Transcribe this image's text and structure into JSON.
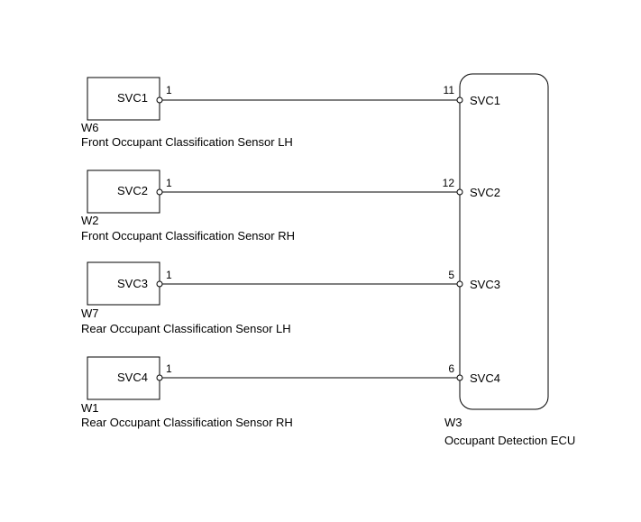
{
  "sensors": [
    {
      "code": "W6",
      "name": "Front Occupant Classification Sensor LH",
      "signal": "SVC1",
      "sensor_pin": "1",
      "ecu_pin": "11",
      "ecu_signal": "SVC1"
    },
    {
      "code": "W2",
      "name": "Front Occupant Classification Sensor RH",
      "signal": "SVC2",
      "sensor_pin": "1",
      "ecu_pin": "12",
      "ecu_signal": "SVC2"
    },
    {
      "code": "W7",
      "name": "Rear Occupant Classification Sensor LH",
      "signal": "SVC3",
      "sensor_pin": "1",
      "ecu_pin": "5",
      "ecu_signal": "SVC3"
    },
    {
      "code": "W1",
      "name": "Rear Occupant Classification Sensor RH",
      "signal": "SVC4",
      "sensor_pin": "1",
      "ecu_pin": "6",
      "ecu_signal": "SVC4"
    }
  ],
  "ecu": {
    "code": "W3",
    "name": "Occupant Detection ECU"
  }
}
